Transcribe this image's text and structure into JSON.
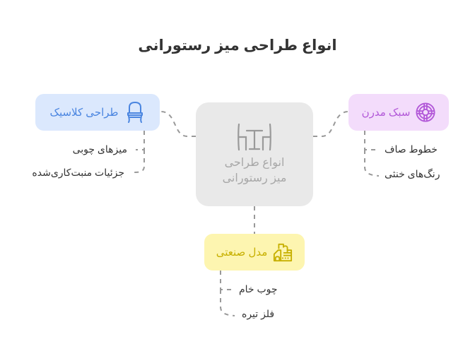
{
  "title": "انواع طراحی میز رستورانی",
  "center": {
    "label": "انواع طراحی میز رستورانی",
    "label_line1": "انواع طراحی",
    "label_line2": "میز رستورانی",
    "icon": "dining-table-icon",
    "color": "#e9e9e9",
    "text_color": "#a8a8a8"
  },
  "branches": [
    {
      "id": "classic",
      "label": "طراحی کلاسیک",
      "icon": "chair-icon",
      "bg_color": "#dbe8fd",
      "accent_color": "#4a85e0",
      "children": [
        {
          "label": "میزهای چوبی"
        },
        {
          "label": "جزئیات منبت‌کاری‌شده"
        }
      ]
    },
    {
      "id": "modern",
      "label": "سبک مدرن",
      "icon": "modern-circle-emblem-icon",
      "bg_color": "#f3dcfb",
      "accent_color": "#b258d8",
      "children": [
        {
          "label": "خطوط صاف"
        },
        {
          "label": "رنگ‌های خنثی"
        }
      ]
    },
    {
      "id": "industrial",
      "label": "مدل صنعتی",
      "icon": "factory-icon",
      "bg_color": "#fdf5b0",
      "accent_color": "#c7b000",
      "children": [
        {
          "label": "چوب خام"
        },
        {
          "label": "فلز تیره"
        }
      ]
    }
  ],
  "connector_color": "#999999"
}
